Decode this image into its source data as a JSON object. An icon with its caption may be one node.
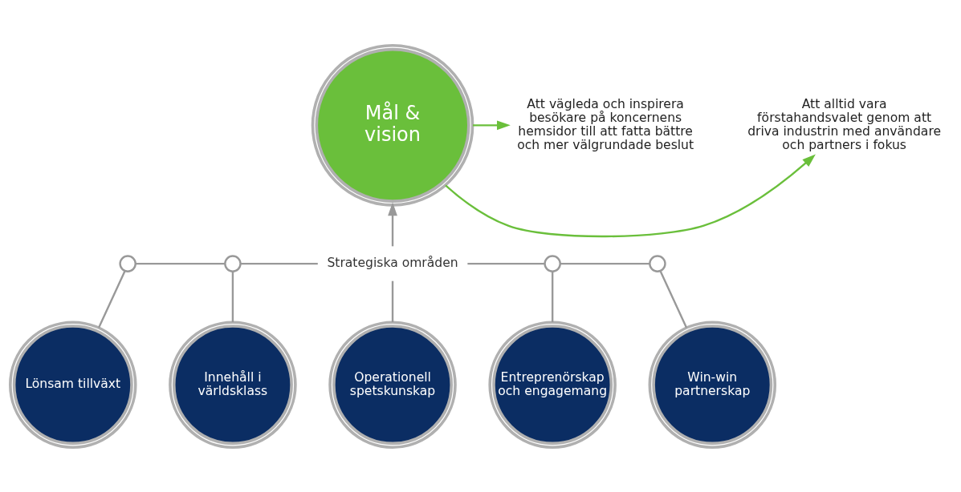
{
  "diagram": {
    "nodes": [
      {
        "text": [
          "Att vägleda och inspirera besökare på koncernens hemsidor till att fatta bättre och mer välgrundade beslut"
        ]
      },
      {
        "text": [
          "Mål & vision"
        ]
      },
      {
        "text": [
          "Att alltid vara förstahandsvalet genom att driva industrin med användare och partners i fokus"
        ]
      },
      {
        "text": [],
        "shape": "circle"
      },
      {
        "text": [],
        "shape": "circle"
      },
      {
        "text": [
          "Strategiska områden"
        ]
      },
      {
        "text": [],
        "shape": "circle"
      },
      {
        "text": [],
        "shape": "circle"
      },
      {
        "text": [
          "Lönsam tillväxt"
        ]
      },
      {
        "text": [
          "Innehåll i världsklass"
        ]
      },
      {
        "text": [
          "Operationell spetskunskap"
        ]
      },
      {
        "text": [
          "Entreprenörskap och engagemang"
        ]
      },
      {
        "text": [
          "Win-win partnerskap"
        ]
      }
    ],
    "edges": [
      {
        "from": 1,
        "to": 0,
        "arrow": "to",
        "color": "#6abf3b"
      },
      {
        "from": 1,
        "to": 2,
        "arrow": "to",
        "color": "#6abf3b"
      },
      {
        "from": 5,
        "to": 1,
        "arrow": "to"
      },
      {
        "from": 3,
        "to": 4,
        "arrow": "none"
      },
      {
        "from": 4,
        "to": 5,
        "arrow": "none"
      },
      {
        "from": 5,
        "to": 6,
        "arrow": "none"
      },
      {
        "from": 6,
        "to": 7,
        "arrow": "none"
      },
      {
        "from": 8,
        "to": 3,
        "arrow": "none"
      },
      {
        "from": 9,
        "to": 4,
        "arrow": "none"
      },
      {
        "from": 10,
        "to": 5,
        "arrow": "none"
      },
      {
        "from": 11,
        "to": 6,
        "arrow": "none"
      },
      {
        "from": 12,
        "to": 7,
        "arrow": "none"
      }
    ]
  }
}
